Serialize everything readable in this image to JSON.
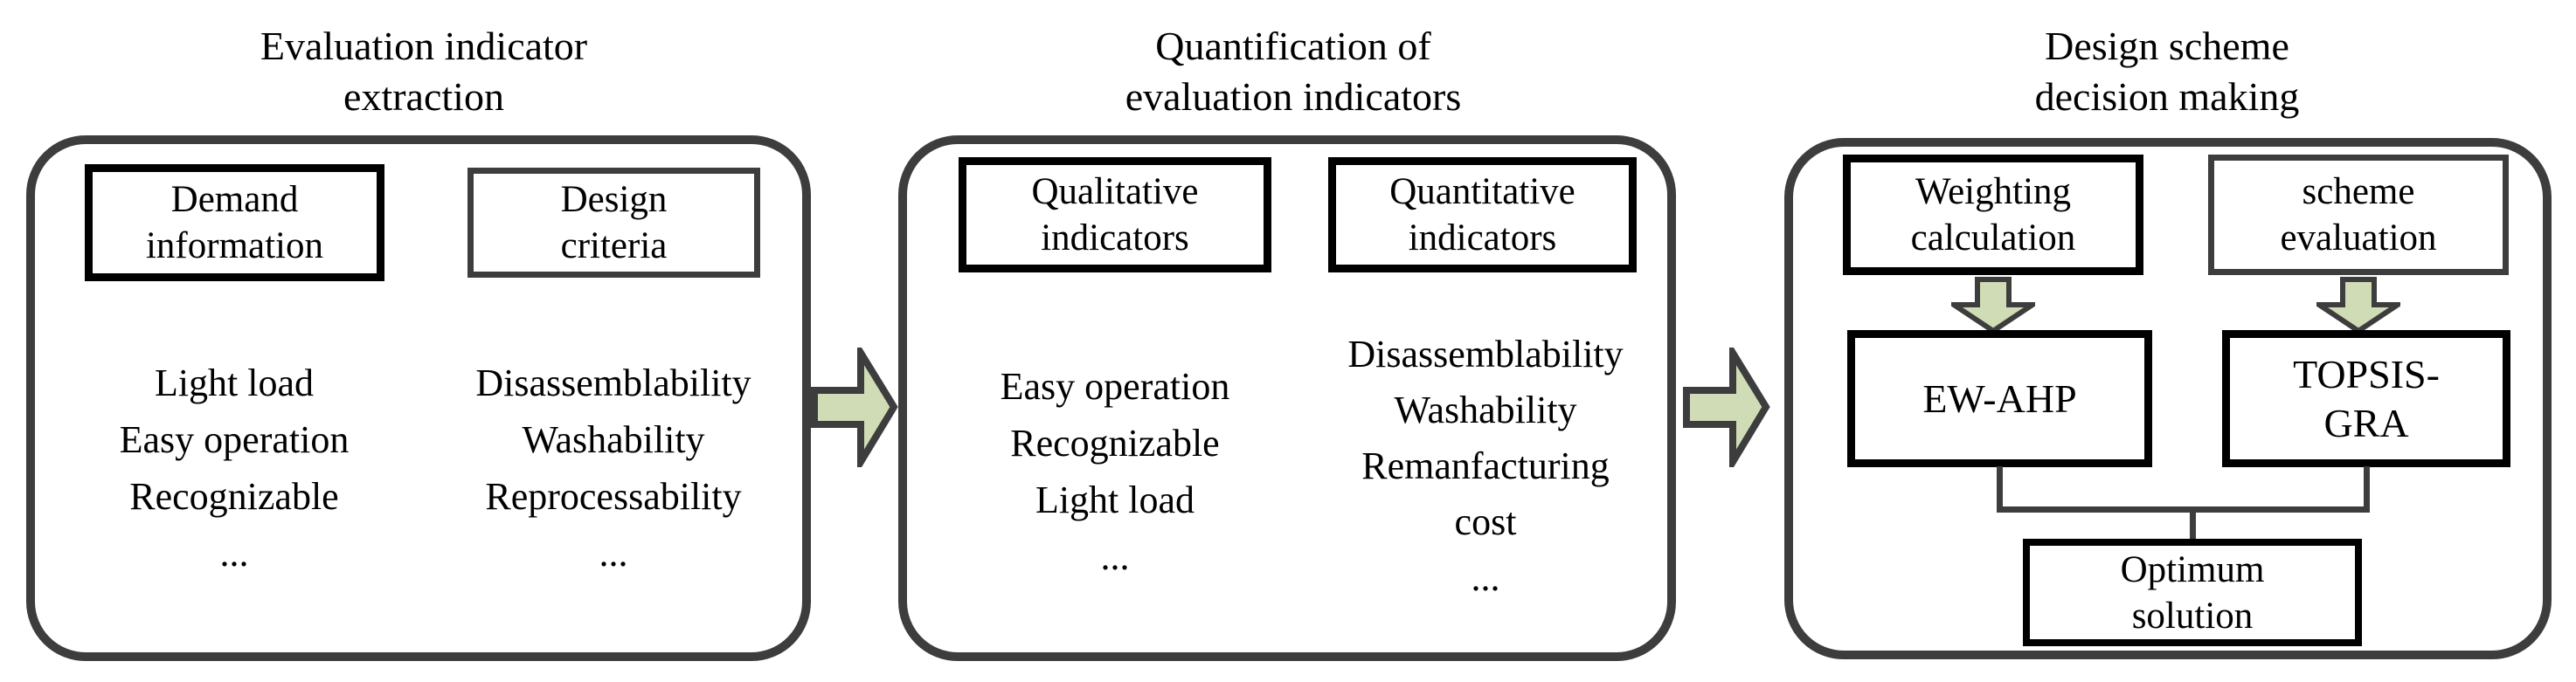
{
  "colors": {
    "border-dark": "#3d3d3d",
    "arrow-fill": "#cfdcb5",
    "ink": "#000000",
    "paper": "#ffffff"
  },
  "panels": [
    {
      "title": "Evaluation indicator\nextraction",
      "boxes": [
        {
          "label": "Demand\ninformation"
        },
        {
          "label": "Design\ncriteria"
        }
      ],
      "columns": [
        {
          "items": [
            "Light load",
            "Easy operation",
            "Recognizable",
            "..."
          ]
        },
        {
          "items": [
            "Disassemblability",
            "Washability",
            "Reprocessability",
            "..."
          ]
        }
      ]
    },
    {
      "title": "Quantification of\nevaluation indicators",
      "boxes": [
        {
          "label": "Qualitative\nindicators"
        },
        {
          "label": "Quantitative\nindicators"
        }
      ],
      "columns": [
        {
          "items": [
            "Easy operation",
            "Recognizable",
            "Light load",
            "..."
          ]
        },
        {
          "items": [
            "Disassemblability",
            "Washability",
            "Remanfacturing\ncost",
            "..."
          ]
        }
      ]
    },
    {
      "title": "Design scheme\ndecision making",
      "boxes": [
        {
          "label": "Weighting\ncalculation"
        },
        {
          "label": "scheme\nevaluation"
        },
        {
          "label": "EW-AHP"
        },
        {
          "label": "TOPSIS-\nGRA"
        },
        {
          "label": "Optimum\nsolution"
        }
      ]
    }
  ]
}
